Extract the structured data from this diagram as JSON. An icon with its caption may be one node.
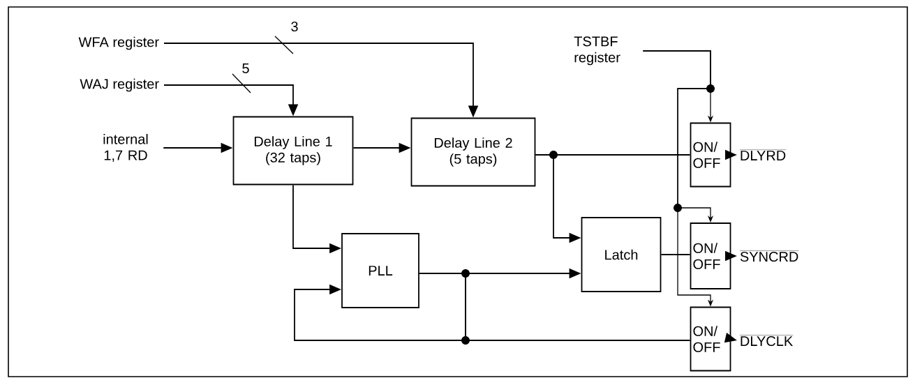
{
  "diagram": {
    "nodes": [
      {
        "text": [
          "WFA register"
        ]
      },
      {
        "text": [
          "WAJ register"
        ]
      },
      {
        "text": [
          "internal 1,7 RD"
        ]
      },
      {
        "text": [
          "Delay Line 1 (32 taps)"
        ]
      },
      {
        "text": [
          "Delay Line 2 (5 taps)"
        ]
      },
      {
        "text": [
          "TSTBF register"
        ]
      },
      {
        "text": [
          "PLL"
        ]
      },
      {
        "text": [
          "Latch"
        ]
      },
      {
        "text": [
          "ON/ OFF"
        ]
      },
      {
        "text": [
          "ON/ OFF"
        ]
      },
      {
        "text": [
          "ON/ OFF"
        ]
      },
      {
        "text": [
          "DLYRD"
        ]
      },
      {
        "text": [
          "SYNCRD"
        ]
      },
      {
        "text": [
          "DLYCLK"
        ]
      }
    ],
    "edges": [
      {
        "from": 0,
        "to": 4,
        "arrow": "to"
      },
      {
        "from": 1,
        "to": 3,
        "arrow": "to"
      },
      {
        "from": 2,
        "to": 3,
        "arrow": "to"
      },
      {
        "from": 3,
        "to": 4,
        "arrow": "to"
      },
      {
        "from": 3,
        "to": 6,
        "arrow": "to"
      },
      {
        "from": 6,
        "to": 7,
        "arrow": "to"
      },
      {
        "from": 6,
        "to": 10,
        "arrow": "none"
      },
      {
        "from": 6,
        "to": 6,
        "arrow": "to"
      },
      {
        "from": 4,
        "to": 8,
        "arrow": "none"
      },
      {
        "from": 4,
        "to": 7,
        "arrow": "to"
      },
      {
        "from": 7,
        "to": 9,
        "arrow": "none"
      },
      {
        "from": 5,
        "to": 8,
        "arrow": "to"
      },
      {
        "from": 5,
        "to": 9,
        "arrow": "to"
      },
      {
        "from": 5,
        "to": 10,
        "arrow": "to"
      },
      {
        "from": 8,
        "to": 11,
        "arrow": "to"
      },
      {
        "from": 9,
        "to": 12,
        "arrow": "to"
      },
      {
        "from": 10,
        "to": 13,
        "arrow": "to"
      }
    ],
    "labels": [
      "3",
      "5"
    ]
  }
}
